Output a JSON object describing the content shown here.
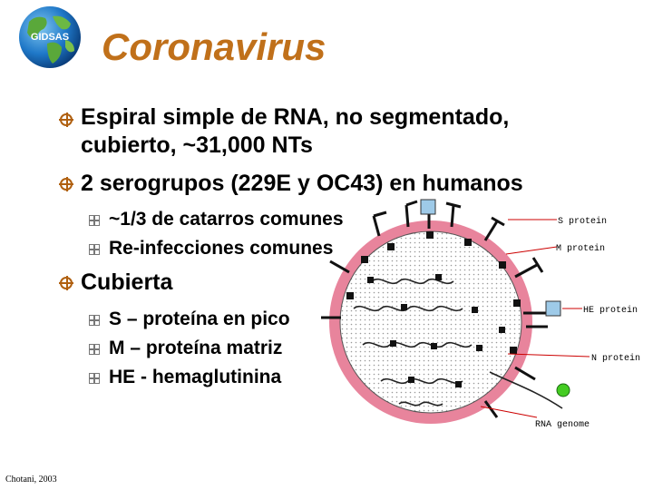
{
  "logo": {
    "text": "GIDSAS"
  },
  "title": "Coronavirus",
  "bullets": [
    {
      "line1": "Espiral simple de RNA, no segmentado,",
      "line2": "cubierto, ~31,000 NTs"
    },
    {
      "text": "2 serogrupos (229E y OC43) en humanos"
    },
    {
      "text": "Cubierta"
    }
  ],
  "sub_bullets_a": [
    "~1/3 de catarros comunes",
    "Re-infecciones comunes"
  ],
  "sub_bullets_b": [
    "S – proteína en pico",
    "M – proteína matriz",
    "HE - hemaglutinina"
  ],
  "diagram_labels": {
    "s": "S protein",
    "m": "M protein",
    "he": "HE protein",
    "n": "N protein",
    "rna": "RNA genome"
  },
  "credit": "Chotani, 2003",
  "colors": {
    "title": "#c0701a",
    "bullet": "#b06010",
    "membrane": "#e07090",
    "he_box": "#9ecae8",
    "rna_dot": "#44cc22",
    "label_line": "#cc0000"
  }
}
